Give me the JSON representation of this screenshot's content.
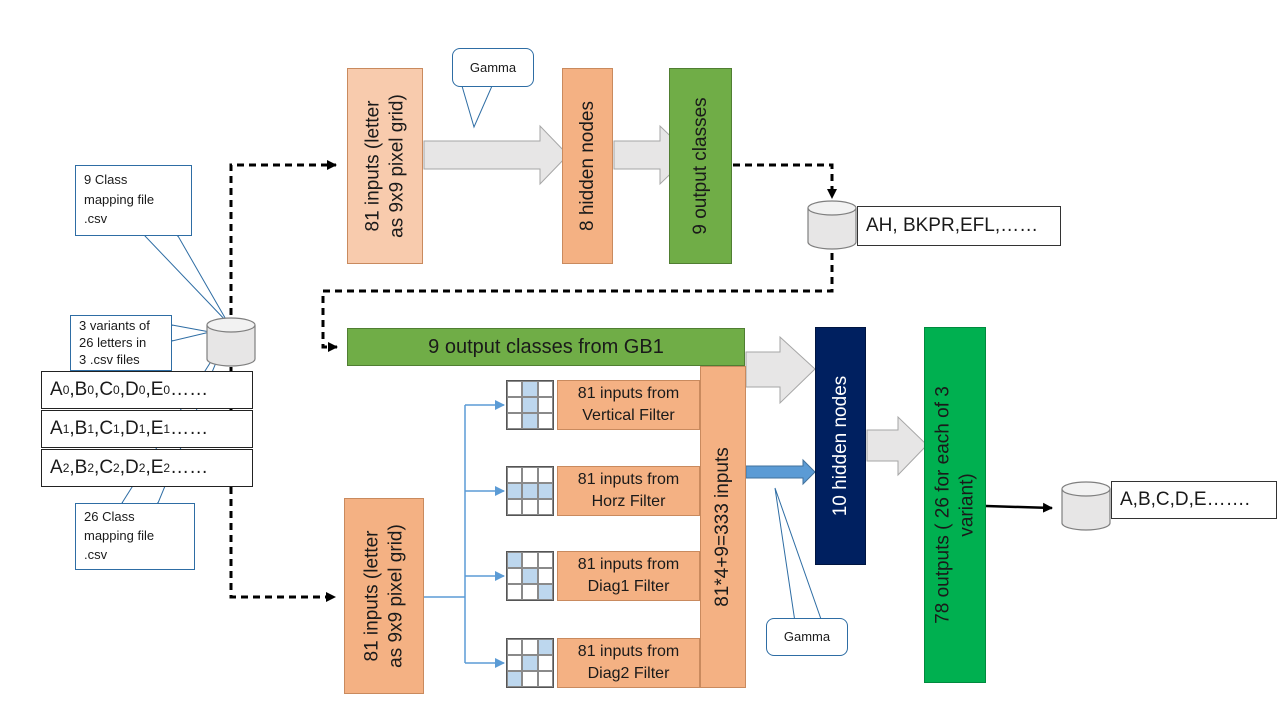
{
  "colors": {
    "input_box": "#f4b183",
    "input_box_light": "#f8cbad",
    "output_classes": "#70ad47",
    "outputs_78": "#00b050",
    "hidden_10": "#002060",
    "callout_border": "#2e6da4",
    "filter_highlight": "#bdd7ee"
  },
  "callouts": {
    "class9_line1": "9 Class",
    "class9_line2": "mapping file",
    "class9_line3": ".csv",
    "variants_line1": "3 variants of",
    "variants_line2": "26 letters in",
    "variants_line3": "3 .csv files",
    "class26_line1": "26 Class",
    "class26_line2": "mapping file",
    "class26_line3": ".csv",
    "gamma_top": "Gamma",
    "gamma_bottom": "Gamma"
  },
  "letters": {
    "row0": [
      {
        "b": "A",
        "s": "0",
        "sep": ","
      },
      {
        "b": "B",
        "s": "0",
        "sep": ","
      },
      {
        "b": "C",
        "s": "0",
        "sep": ","
      },
      {
        "b": "D",
        "s": "0",
        "sep": ","
      },
      {
        "b": "E",
        "s": "0",
        "sep": "……"
      }
    ],
    "row1": [
      {
        "b": "A",
        "s": "1",
        "sep": ","
      },
      {
        "b": "B",
        "s": "1",
        "sep": ","
      },
      {
        "b": "C",
        "s": "1",
        "sep": ","
      },
      {
        "b": "D",
        "s": "1",
        "sep": ","
      },
      {
        "b": "E",
        "s": "1",
        "sep": "……"
      }
    ],
    "row2": [
      {
        "b": "A",
        "s": "2",
        "sep": ","
      },
      {
        "b": "B",
        "s": "2",
        "sep": ","
      },
      {
        "b": "C",
        "s": "2",
        "sep": ","
      },
      {
        "b": "D",
        "s": "2",
        "sep": ","
      },
      {
        "b": "E",
        "s": "2",
        "sep": "……"
      }
    ]
  },
  "stage1": {
    "inputs_line1": "81 inputs (letter",
    "inputs_line2": "as 9x9 pixel grid)",
    "hidden": "8 hidden nodes",
    "outputs": "9 output classes",
    "result": "AH, BKPR,EFL,……"
  },
  "stage2": {
    "gb1_bar": "9 output classes from GB1",
    "inputs_line1": "81 inputs (letter",
    "inputs_line2": "as 9x9 pixel grid)",
    "total_inputs": "81*4+9=333 inputs",
    "hidden": "10 hidden nodes",
    "outputs_line1": "78 outputs ( 26 for each of 3",
    "outputs_line2": "variant)",
    "result": "A,B,C,D,E……."
  },
  "filters": [
    {
      "line1": "81 inputs from",
      "line2": "Vertical Filter",
      "cells": [
        0,
        1,
        0,
        0,
        1,
        0,
        0,
        1,
        0
      ]
    },
    {
      "line1": "81 inputs from",
      "line2": "Horz Filter",
      "cells": [
        0,
        0,
        0,
        1,
        1,
        1,
        0,
        0,
        0
      ]
    },
    {
      "line1": "81 inputs from",
      "line2": "Diag1 Filter",
      "cells": [
        1,
        0,
        0,
        0,
        1,
        0,
        0,
        0,
        1
      ]
    },
    {
      "line1": "81 inputs from",
      "line2": "Diag2 Filter",
      "cells": [
        0,
        0,
        1,
        0,
        1,
        0,
        1,
        0,
        0
      ]
    }
  ]
}
